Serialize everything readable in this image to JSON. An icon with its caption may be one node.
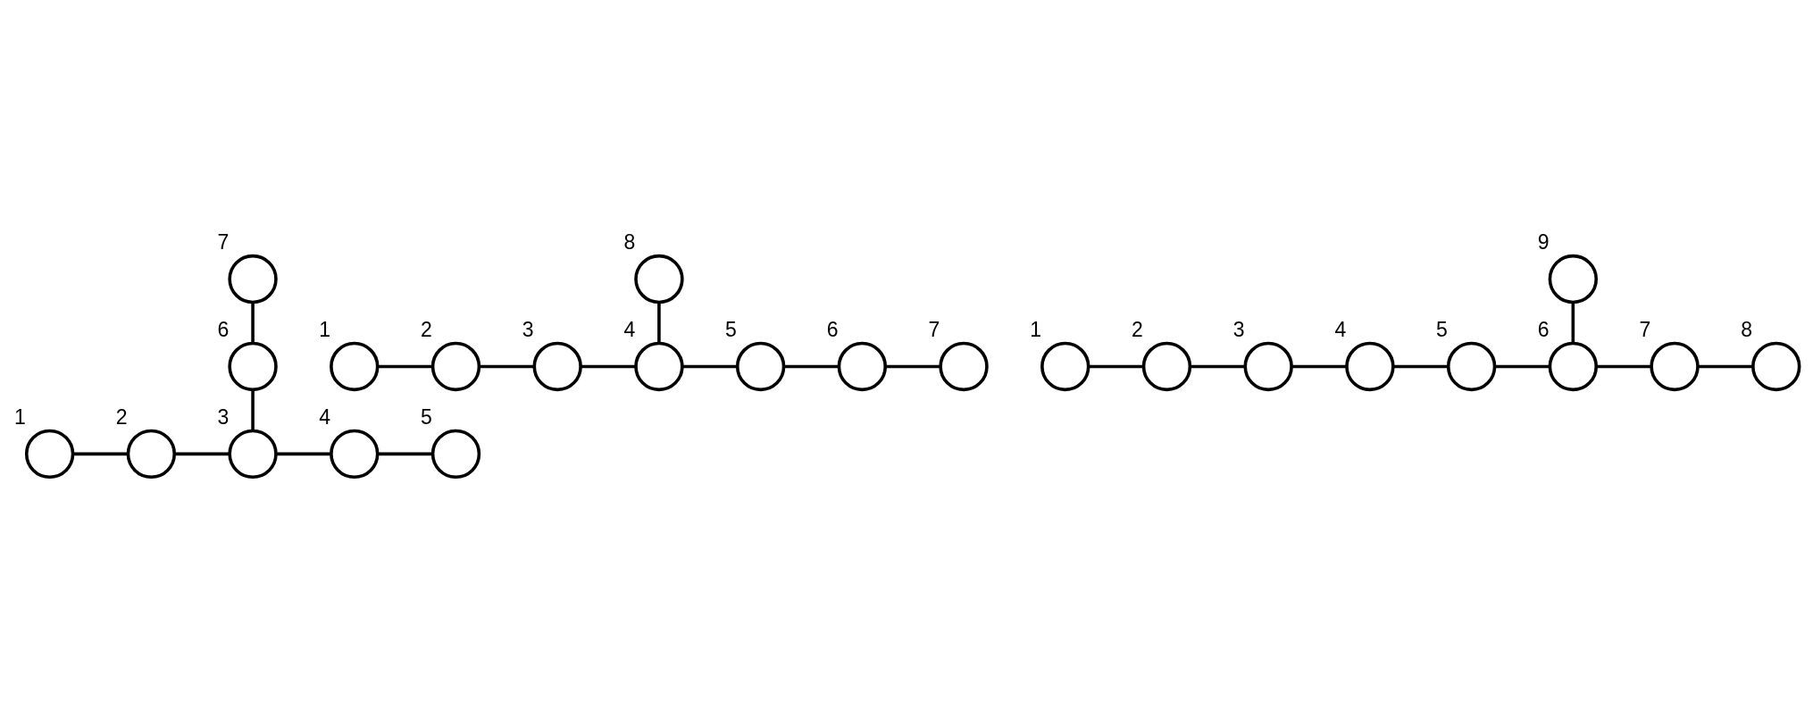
{
  "diagram": {
    "nodes": [
      {
        "text": [],
        "shape": "circle",
        "beside": [
          "1"
        ]
      },
      {
        "text": [],
        "shape": "circle",
        "beside": [
          "2"
        ]
      },
      {
        "text": [],
        "shape": "circle",
        "beside": [
          "3"
        ]
      },
      {
        "text": [],
        "shape": "circle",
        "beside": [
          "4"
        ]
      },
      {
        "text": [],
        "shape": "circle",
        "beside": [
          "5"
        ]
      },
      {
        "text": [],
        "shape": "circle",
        "beside": [
          "6"
        ]
      },
      {
        "text": [],
        "shape": "circle",
        "beside": [
          "7"
        ]
      },
      {
        "text": [],
        "shape": "circle",
        "beside": [
          "1"
        ]
      },
      {
        "text": [],
        "shape": "circle",
        "beside": [
          "2"
        ]
      },
      {
        "text": [],
        "shape": "circle",
        "beside": [
          "3"
        ]
      },
      {
        "text": [],
        "shape": "circle",
        "beside": [
          "4"
        ]
      },
      {
        "text": [],
        "shape": "circle",
        "beside": [
          "5"
        ]
      },
      {
        "text": [],
        "shape": "circle",
        "beside": [
          "6"
        ]
      },
      {
        "text": [],
        "shape": "circle",
        "beside": [
          "7"
        ]
      },
      {
        "text": [],
        "shape": "circle",
        "beside": [
          "8"
        ]
      },
      {
        "text": [],
        "shape": "circle",
        "beside": [
          "1"
        ]
      },
      {
        "text": [],
        "shape": "circle",
        "beside": [
          "2"
        ]
      },
      {
        "text": [],
        "shape": "circle",
        "beside": [
          "3"
        ]
      },
      {
        "text": [],
        "shape": "circle",
        "beside": [
          "4"
        ]
      },
      {
        "text": [],
        "shape": "circle",
        "beside": [
          "5"
        ]
      },
      {
        "text": [],
        "shape": "circle",
        "beside": [
          "6"
        ]
      },
      {
        "text": [],
        "shape": "circle",
        "beside": [
          "7"
        ]
      },
      {
        "text": [],
        "shape": "circle",
        "beside": [
          "8"
        ]
      },
      {
        "text": [],
        "shape": "circle",
        "beside": [
          "9"
        ]
      }
    ],
    "edges": [
      {
        "from": 0,
        "to": 1,
        "arrow": "none"
      },
      {
        "from": 1,
        "to": 2,
        "arrow": "none"
      },
      {
        "from": 2,
        "to": 3,
        "arrow": "none"
      },
      {
        "from": 3,
        "to": 4,
        "arrow": "none"
      },
      {
        "from": 5,
        "to": 2,
        "arrow": "none"
      },
      {
        "from": 6,
        "to": 5,
        "arrow": "none"
      },
      {
        "from": 7,
        "to": 8,
        "arrow": "none"
      },
      {
        "from": 8,
        "to": 9,
        "arrow": "none"
      },
      {
        "from": 9,
        "to": 10,
        "arrow": "none"
      },
      {
        "from": 10,
        "to": 11,
        "arrow": "none"
      },
      {
        "from": 11,
        "to": 12,
        "arrow": "none"
      },
      {
        "from": 12,
        "to": 13,
        "arrow": "none"
      },
      {
        "from": 14,
        "to": 10,
        "arrow": "none"
      },
      {
        "from": 15,
        "to": 16,
        "arrow": "none"
      },
      {
        "from": 16,
        "to": 17,
        "arrow": "none"
      },
      {
        "from": 17,
        "to": 18,
        "arrow": "none"
      },
      {
        "from": 18,
        "to": 19,
        "arrow": "none"
      },
      {
        "from": 19,
        "to": 20,
        "arrow": "none"
      },
      {
        "from": 20,
        "to": 21,
        "arrow": "none"
      },
      {
        "from": 21,
        "to": 22,
        "arrow": "none"
      },
      {
        "from": 23,
        "to": 20,
        "arrow": "none"
      }
    ]
  }
}
